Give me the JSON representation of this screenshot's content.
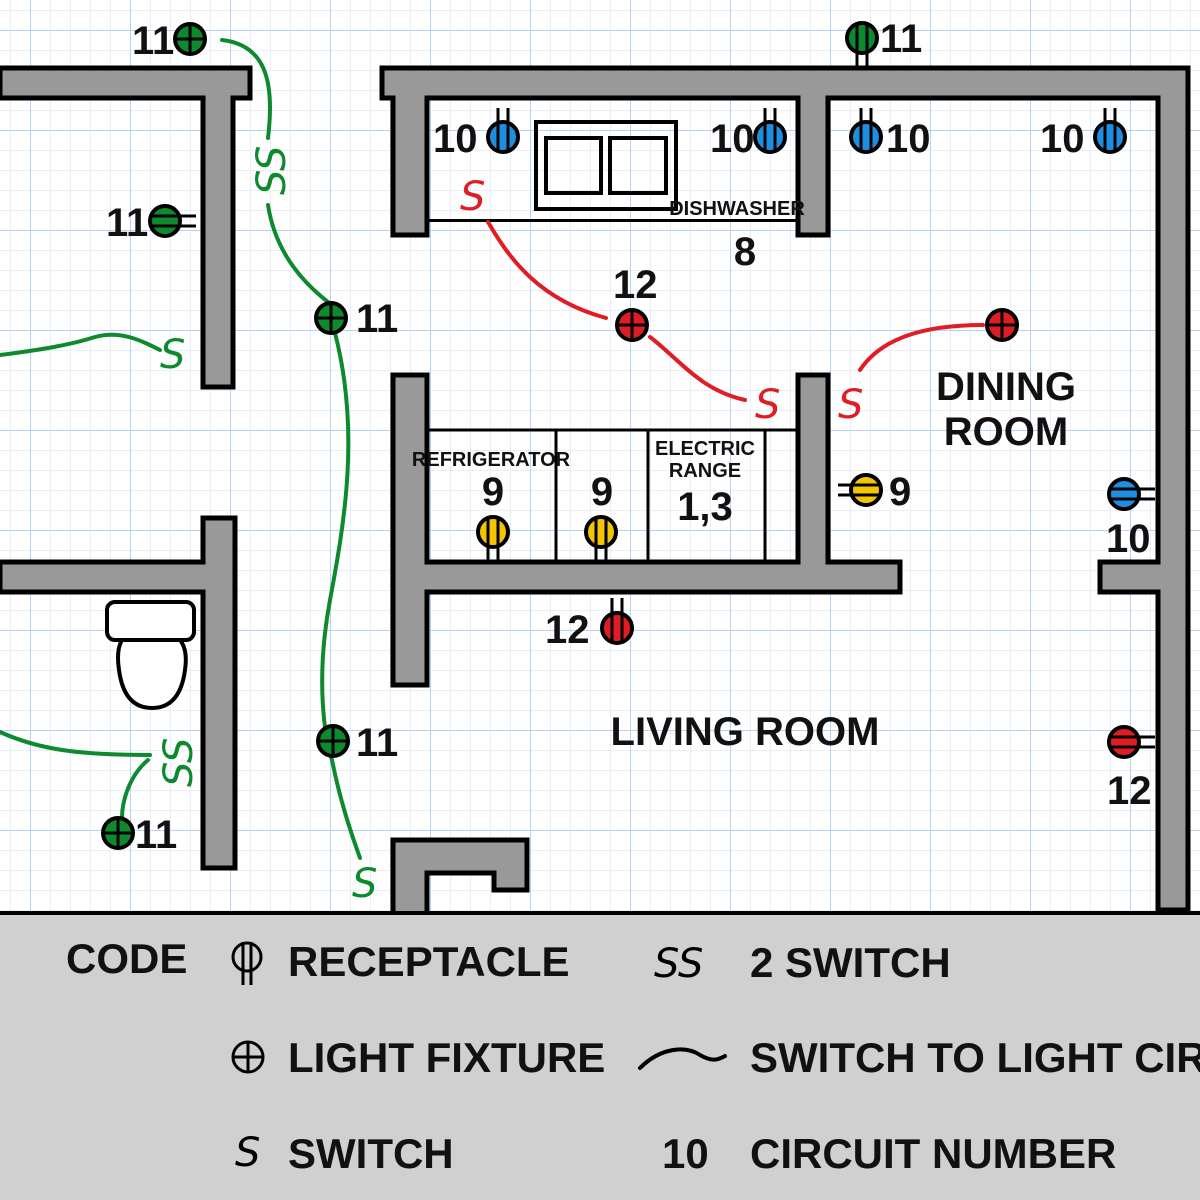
{
  "colors": {
    "circuit_8": "#000000",
    "circuit_9": "#f2c500",
    "circuit_10": "#1e8ee0",
    "circuit_11": "#0e8a2e",
    "circuit_12": "#e01c24",
    "wall_fill": "#999999",
    "legend_bg": "#d0d0d0",
    "grid": "#cfe2f5"
  },
  "rooms": {
    "dining_line1": "DINING",
    "dining_line2": "ROOM",
    "living": "LIVING ROOM"
  },
  "appliances": {
    "dishwasher": "DISHWASHER",
    "dishwasher_circuit": "8",
    "refrigerator": "REFRIGERATOR",
    "refrigerator_circuit": "9",
    "cabinet_circuit": "9",
    "range_line1": "ELECTRIC",
    "range_line2": "RANGE",
    "range_circuit": "1,3"
  },
  "labels": {
    "l11_top": "11",
    "l11_topcenter": "11",
    "l11_leftwall": "11",
    "l11_hall_mid": "11",
    "l11_hall_low": "11",
    "l11_bath": "11",
    "l12_kitchen": "12",
    "l12_counter": "12",
    "l12_right": "12",
    "l10_a": "10",
    "l10_b": "10",
    "l10_c": "10",
    "l10_d": "10",
    "l10_right": "10",
    "l9_side": "9"
  },
  "switches": {
    "hall_double": "SS",
    "left_single": "S",
    "bath_double": "SS",
    "hall_bottom": "S",
    "kitchen": "S",
    "dining_left": "S",
    "dining_right": "S"
  },
  "legend": {
    "code": "CODE",
    "receptacle": "RECEPTACLE",
    "light_fixture": "LIGHT FIXTURE",
    "switch": "SWITCH",
    "two_switch": "2 SWITCH",
    "two_switch_symbol": "SS",
    "switch_symbol": "S",
    "circuit_line": "SWITCH TO LIGHT CIRCUIT",
    "circuit_number": "CIRCUIT NUMBER",
    "circuit_number_example": "10"
  }
}
